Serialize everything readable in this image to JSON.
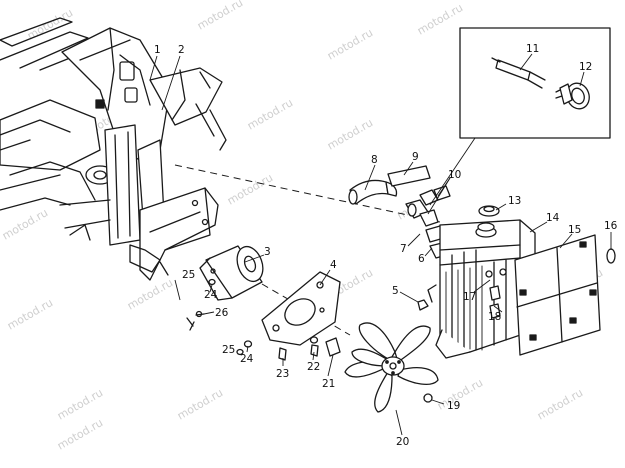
{
  "watermark": {
    "text": "motod.ru"
  },
  "callouts": {
    "c1": "1",
    "c2": "2",
    "c3": "3",
    "c4": "4",
    "c5": "5",
    "c6": "6",
    "c7": "7",
    "c8": "8",
    "c9": "9",
    "c10": "10",
    "c11": "11",
    "c12": "12",
    "c13": "13",
    "c14": "14",
    "c15": "15",
    "c16": "16",
    "c17": "17",
    "c18": "18",
    "c19": "19",
    "c20": "20",
    "c21": "21",
    "c22": "22",
    "c23": "23",
    "c24a": "24",
    "c24b": "24",
    "c25a": "25",
    "c25b": "25",
    "c26": "26"
  }
}
